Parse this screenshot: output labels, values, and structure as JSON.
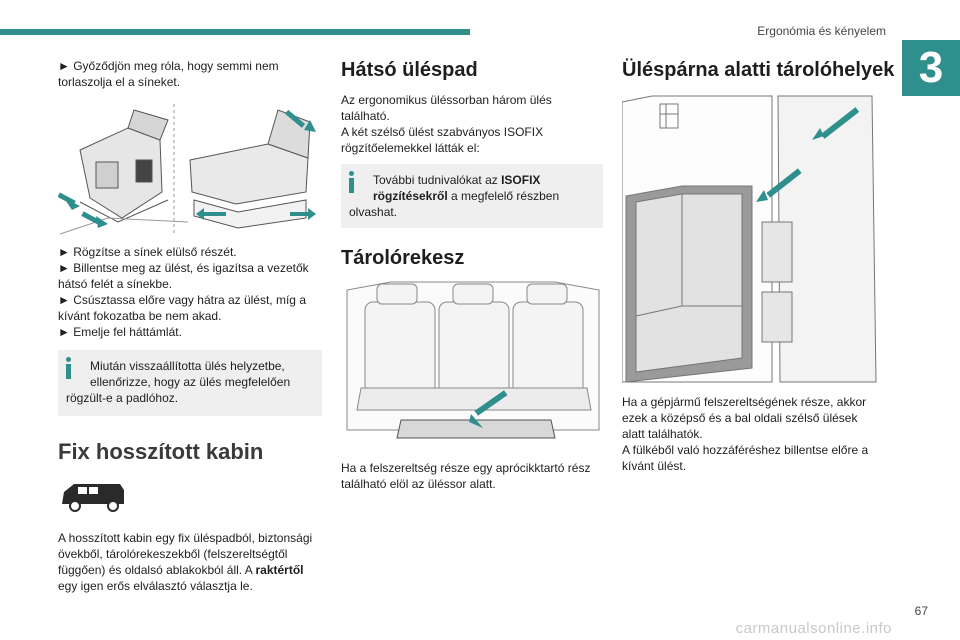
{
  "header": {
    "running_head": "Ergonómia és kényelem",
    "chapter": "3"
  },
  "col1": {
    "step_top_1": "► Győződjön meg róla, hogy semmi nem",
    "step_top_2": "torlaszolja el a síneket.",
    "steps": [
      "► Rögzítse a sínek elülső részét.",
      "► Billentse meg az ülést, és igazítsa a vezetők",
      "hátsó felét a sínekbe.",
      "► Csúsztassa előre vagy hátra az ülést, míg a",
      "kívánt fokozatba be nem akad.",
      "► Emelje fel háttámlát."
    ],
    "info_1": "Miután visszaállította ülés helyzetbe,",
    "info_2": "ellenőrizze, hogy az ülés megfelelően",
    "info_3": "rögzült-e a padlóhoz.",
    "section_title": "Fix hosszított kabin",
    "body_1": "A hosszított kabin egy fix üléspadból, biztonsági",
    "body_2": "övekből, tárolórekeszekből (felszereltségtől",
    "body_3": "függően) és oldalsó ablakokból áll. A",
    "body_3_bold": "raktértől",
    "body_4": "egy igen erős elválasztó választja le."
  },
  "col2": {
    "title_rear": "Hátsó üléspad",
    "rear_1": "Az ergonomikus üléssorban három ülés",
    "rear_2": "található.",
    "rear_3": "A két szélső ülést szabványos ISOFIX",
    "rear_4": "rögzítőelemekkel látták el:",
    "info_1": "További tudnivalókat az",
    "info_1_bold": "ISOFIX",
    "info_2_bold": "rögzítésekről",
    "info_2": "a megfelelő részben",
    "info_3": "olvashat.",
    "title_storage": "Tárolórekesz",
    "storage_1": "Ha a felszereltség része egy aprócikktartó rész",
    "storage_2": "található elöl az üléssor alatt."
  },
  "col3": {
    "title": "Üléspárna alatti tárolóhelyek",
    "body_1": "Ha a gépjármű felszereltségének része, akkor",
    "body_2": "ezek a középső és a bal oldali szélső ülések",
    "body_3": "alatt találhatók.",
    "body_4": "A fülkéből való hozzáféréshez billentse előre a",
    "body_5": "kívánt ülést."
  },
  "footer": {
    "page_number": "67",
    "watermark": "carmanualsonline.info"
  },
  "colors": {
    "accent": "#2f8f8c",
    "info_bg": "#efefef"
  }
}
